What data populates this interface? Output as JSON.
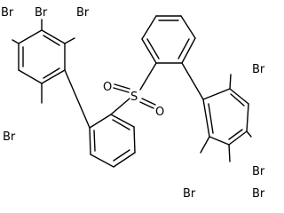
{
  "molecule": {
    "atom_labels": {
      "br_a": "Br",
      "br_b": "Br",
      "br_c": "Br",
      "br_d": "Br",
      "br_e": "Br",
      "br_f": "Br",
      "br_g": "Br",
      "br_h": "Br",
      "sulfur": "S",
      "oxygen_a": "O",
      "oxygen_b": "O"
    }
  }
}
